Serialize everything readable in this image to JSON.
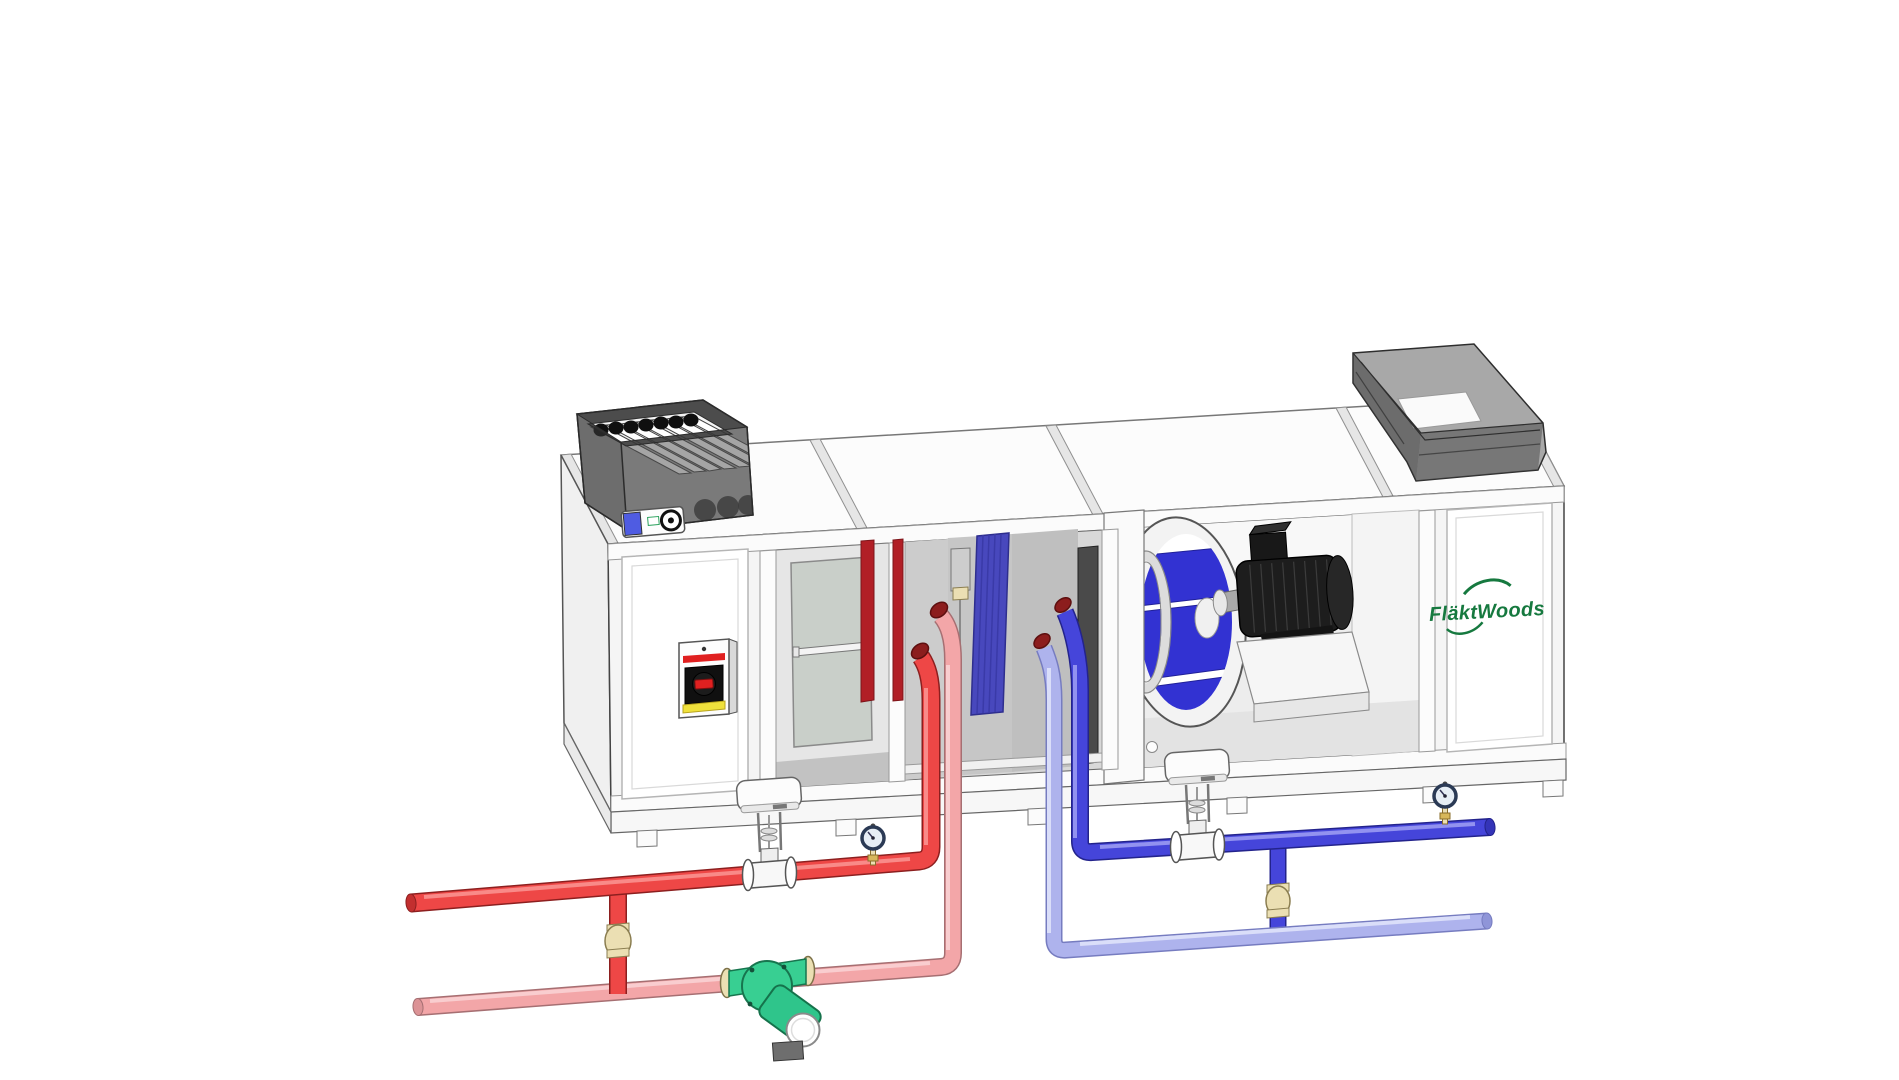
{
  "scene": {
    "background": "#ffffff"
  },
  "brand": {
    "name": "FläktWoods",
    "color": "#16793f"
  },
  "colors": {
    "cabinet": "#f5f5f5",
    "hood_gray": "#a8a8a8",
    "hot_supply": "#ee4746",
    "hot_return": "#f3a6a8",
    "chilled_supply": "#4545da",
    "chilled_return": "#aeb3ed",
    "brass": "#ebdfb3",
    "pump_green": "#38cf92",
    "pump_motor_green": "#2fc58b",
    "coil_blue": "#4848bd",
    "impeller_blue": "#3232d2",
    "filter_red": "#b11f26",
    "switch_red": "#e02020",
    "switch_yellow": "#efe13c",
    "actuator_blue": "#4f5ce2",
    "motor_black": "#1d1d1d",
    "door_gray": "#c9cfc9",
    "gauge_face": "#e7eef5"
  },
  "components": {
    "unit": "air-handling-unit",
    "intake_hood": "intake-hood-with-roll-media",
    "damper_actuator": "damper-actuator",
    "exhaust_hood": "exhaust-outlet-hood",
    "safety_switch": "safety-disconnect-switch",
    "access_door": "access-door",
    "filter": "filter-section",
    "coil": "cooling-coil",
    "sensor": "sensor-pocket",
    "fan": "plug-fan-impeller",
    "motor": "fan-motor",
    "brand_panel": "brand-panel",
    "hot_water_pipes": "heating-coil-piping",
    "chilled_water_pipes": "cooling-coil-piping",
    "control_valves": "control-valves-with-actuators",
    "balancing_joints": "brass-union-joints",
    "pump": "circulator-pump",
    "gauges": "pressure-gauges"
  }
}
